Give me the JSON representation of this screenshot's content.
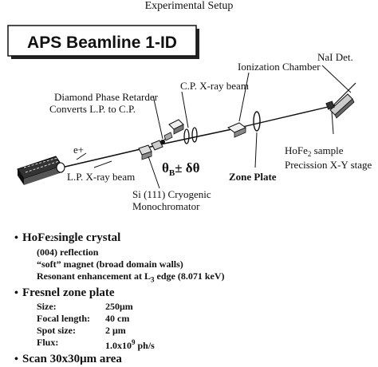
{
  "page_title": "Experimental Setup",
  "diagram": {
    "banner": "APS Beamline 1-ID",
    "labels": {
      "ionization_chamber": "Ionization Chamber",
      "nai_detector": "NaI Det.",
      "cp_xray_beam": "C.P. X-ray beam",
      "phase_retarder_line1": "Diamond Phase Retarder",
      "phase_retarder_line2": "Converts L.P. to C.P.",
      "positron": "e+",
      "theta": "θ",
      "theta_sub": "B",
      "theta_rest": "± δθ",
      "zone_plate": "Zone Plate",
      "sample_line1_pre": "HoFe",
      "sample_line1_sub": "2",
      "sample_line1_post": " sample",
      "sample_line2": "Precission X-Y stage",
      "lp_xray_beam": "L.P. X-ray beam",
      "mono_line1": "Si (111) Cryogenic",
      "mono_line2": "Monochromator"
    }
  },
  "notes": {
    "crystal": {
      "heading_pre": "HoFe",
      "heading_sub": "2",
      "heading_post": " single crystal",
      "lines": [
        "(004) reflection",
        "“soft” magnet (broad domain walls)"
      ],
      "resonant_pre": "Resonant enhancement at L",
      "resonant_sub": "3",
      "resonant_post": " edge (8.071 keV)"
    },
    "zone_plate": {
      "heading": "Fresnel zone plate",
      "specs": [
        {
          "label": "Size:",
          "value": "250μm"
        },
        {
          "label": "Focal length:",
          "value": "40 cm"
        },
        {
          "label": "Spot size:",
          "value": "2 μm"
        }
      ],
      "flux_label": "Flux:",
      "flux_pre": "1.0x10",
      "flux_sup": "9",
      "flux_post": " ph/s"
    },
    "scan": {
      "heading": "Scan 30x30μm area"
    }
  }
}
